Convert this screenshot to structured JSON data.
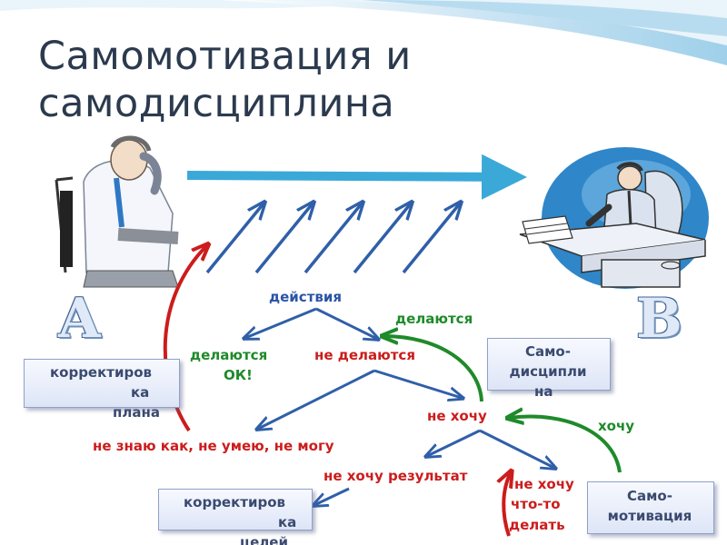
{
  "title": {
    "line1": "Самомотивация и",
    "line2": "самодисциплина"
  },
  "points": {
    "a": "A",
    "b": "B"
  },
  "labels": {
    "actions": "действия",
    "done": "делаются",
    "done_ok": "делаются",
    "ok": "ОК!",
    "not_done": "не делаются",
    "dont_want": "не хочу",
    "want": "хочу",
    "dont_know": "не знаю как, не умею, не могу",
    "dont_want_result": "не хочу результат",
    "dont_want_do_1": "не хочу",
    "dont_want_do_2": "что-то",
    "dont_want_do_3": "делать"
  },
  "boxes": {
    "correct_plan": [
      "корректиров",
      "ка",
      "плана"
    ],
    "self_discipline": [
      "Само-",
      "дисципли",
      "на"
    ],
    "correct_goal": [
      "корректиров",
      "ка",
      "целей"
    ],
    "self_motivation": [
      "Само-",
      "мотивация"
    ]
  },
  "colors": {
    "title": "#2b3a4e",
    "arrow_main": "#3aa9d8",
    "arrow_blue": "#2f5fa8",
    "green": "#1f8a2a",
    "red": "#cc1c1c"
  },
  "icons": {
    "person_a": "thinking-man-icon",
    "person_b": "businessman-at-desk-icon"
  }
}
